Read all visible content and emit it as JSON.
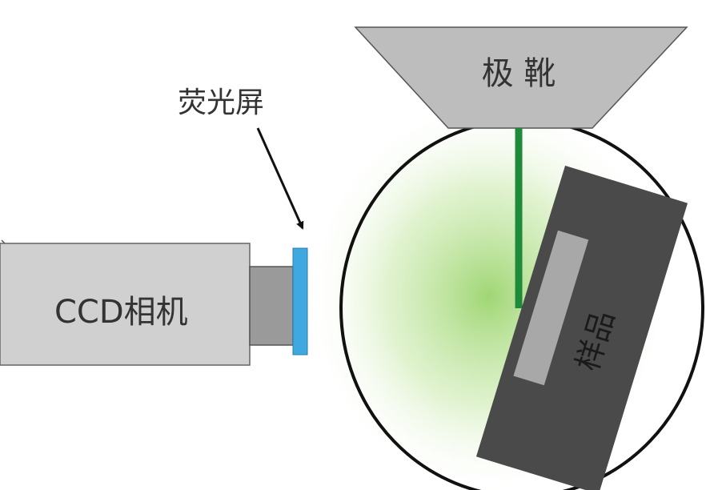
{
  "labels": {
    "pole_piece": "极 靴",
    "screen": "荧光屏",
    "camera": "CCD相机",
    "sample": "样品"
  },
  "colors": {
    "glow": "#8fcf5c",
    "beam": "#1e8a3a",
    "pole_piece_fill": "#bdbdbd",
    "camera_body": "#d0d0d0",
    "camera_lens": "#9a9a9a",
    "screen": "#3fa8e0",
    "sample_body": "#4a4a4a",
    "sample_window": "#a8a8a8",
    "outline": "#111111"
  }
}
